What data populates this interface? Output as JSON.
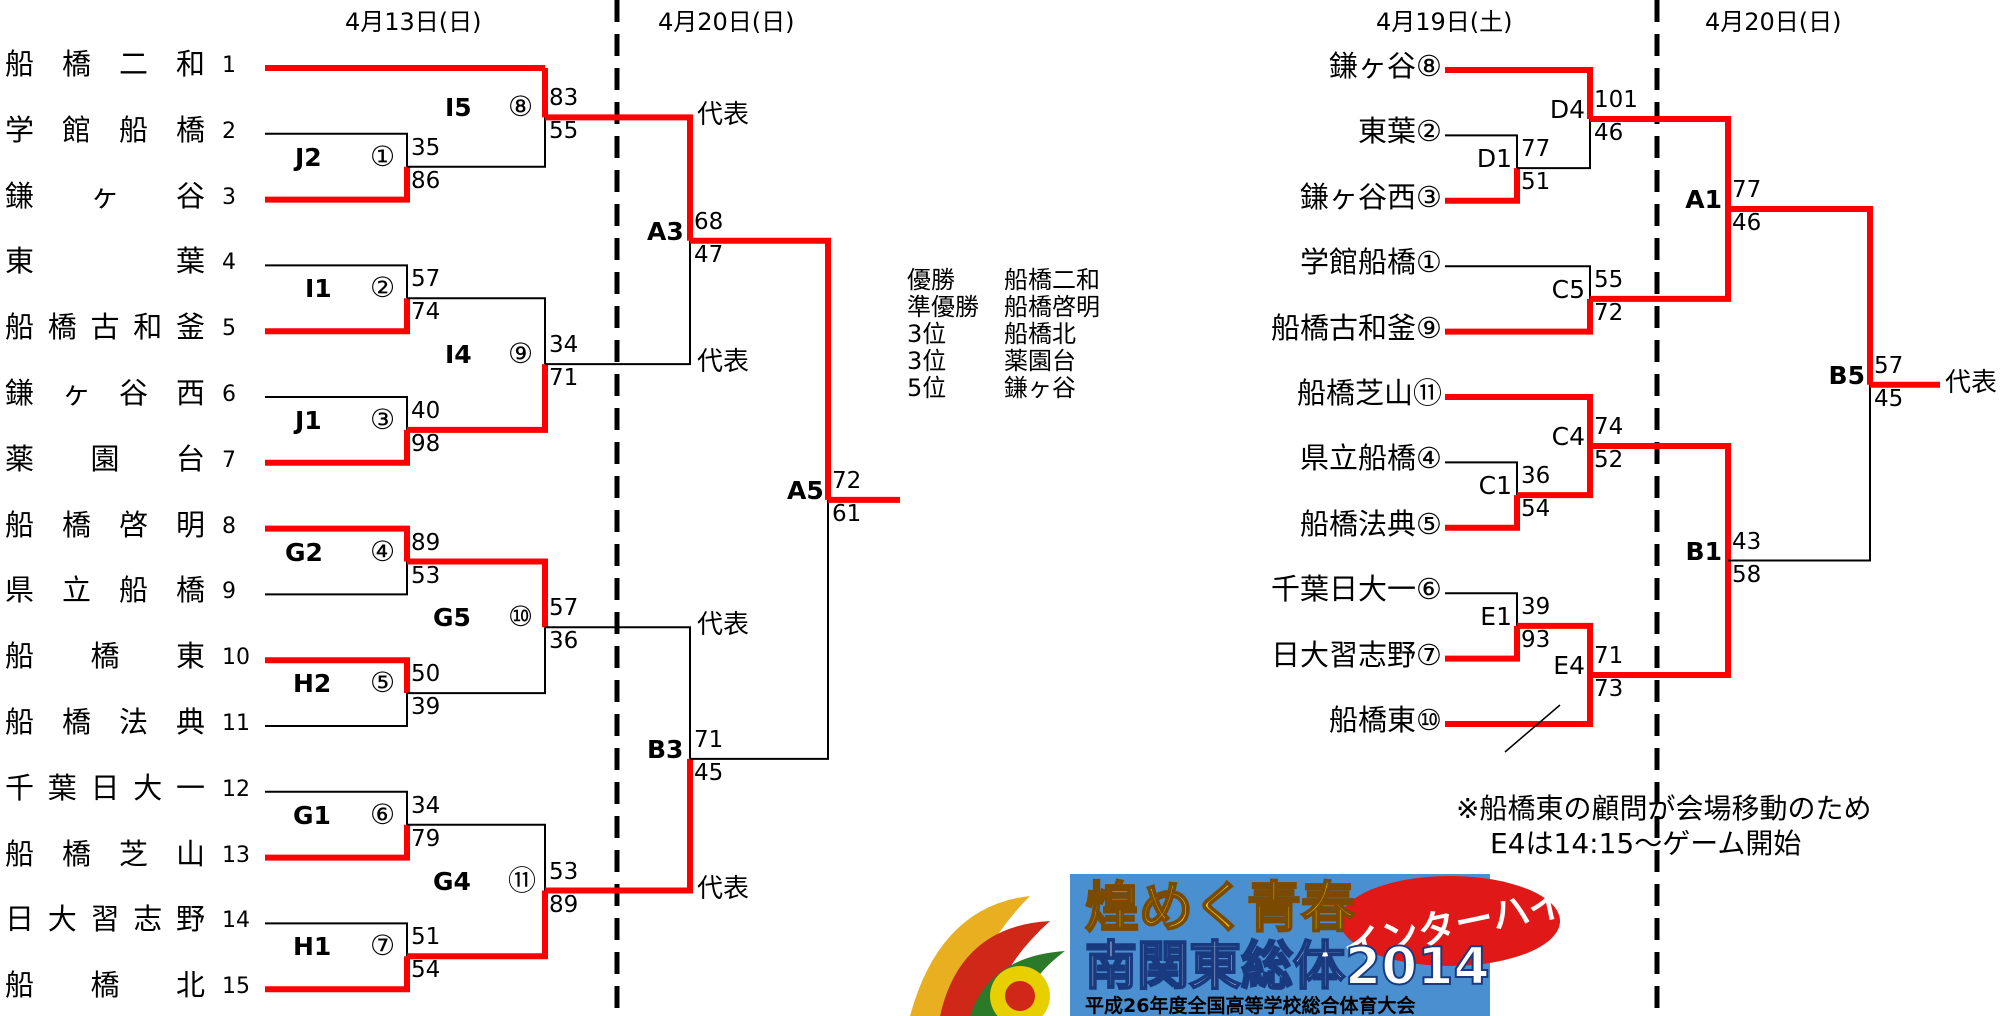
{
  "dates": [
    "4月13日(日)",
    "4月20日(日)",
    "4月19日(土)",
    "4月20日(日)"
  ],
  "left_teams": [
    {
      "name": "船橋二和",
      "seed": "1"
    },
    {
      "name": "学館船橋",
      "seed": "2"
    },
    {
      "name": "鎌ヶ谷",
      "seed": "3"
    },
    {
      "name": "東葉",
      "seed": "4"
    },
    {
      "name": "船橋古和釜",
      "seed": "5"
    },
    {
      "name": "鎌ヶ谷西",
      "seed": "6"
    },
    {
      "name": "薬園台",
      "seed": "7"
    },
    {
      "name": "船橋啓明",
      "seed": "8"
    },
    {
      "name": "県立船橋",
      "seed": "9"
    },
    {
      "name": "船橋東",
      "seed": "10"
    },
    {
      "name": "船橋法典",
      "seed": "11"
    },
    {
      "name": "千葉日大一",
      "seed": "12"
    },
    {
      "name": "船橋芝山",
      "seed": "13"
    },
    {
      "name": "日大習志野",
      "seed": "14"
    },
    {
      "name": "船橋北",
      "seed": "15"
    }
  ],
  "left_games": [
    {
      "code": "J2",
      "num": "①",
      "top": "35",
      "bottom": "86"
    },
    {
      "code": "I1",
      "num": "②",
      "top": "57",
      "bottom": "74"
    },
    {
      "code": "J1",
      "num": "③",
      "top": "40",
      "bottom": "98"
    },
    {
      "code": "G2",
      "num": "④",
      "top": "89",
      "bottom": "53"
    },
    {
      "code": "H2",
      "num": "⑤",
      "top": "50",
      "bottom": "39"
    },
    {
      "code": "G1",
      "num": "⑥",
      "top": "34",
      "bottom": "79"
    },
    {
      "code": "H1",
      "num": "⑦",
      "top": "51",
      "bottom": "54"
    },
    {
      "code": "I5",
      "num": "⑧",
      "top": "83",
      "bottom": "55"
    },
    {
      "code": "I4",
      "num": "⑨",
      "top": "34",
      "bottom": "71"
    },
    {
      "code": "G5",
      "num": "⑩",
      "top": "57",
      "bottom": "36"
    },
    {
      "code": "G4",
      "num": "⑪",
      "top": "53",
      "bottom": "89"
    },
    {
      "code": "A3",
      "top": "68",
      "bottom": "47"
    },
    {
      "code": "B3",
      "top": "71",
      "bottom": "45"
    },
    {
      "code": "A5",
      "top": "72",
      "bottom": "61"
    }
  ],
  "daihyo": "代表",
  "results": [
    {
      "place": "優勝",
      "team": "船橋二和"
    },
    {
      "place": "準優勝",
      "team": "船橋啓明"
    },
    {
      "place": "3位",
      "team": "船橋北"
    },
    {
      "place": "3位",
      "team": "薬園台"
    },
    {
      "place": "5位",
      "team": "鎌ヶ谷"
    }
  ],
  "right_teams": [
    {
      "name": "鎌ヶ谷⑧"
    },
    {
      "name": "東葉②"
    },
    {
      "name": "鎌ヶ谷西③"
    },
    {
      "name": "学館船橋①"
    },
    {
      "name": "船橋古和釜⑨"
    },
    {
      "name": "船橋芝山⑪"
    },
    {
      "name": "県立船橋④"
    },
    {
      "name": "船橋法典⑤"
    },
    {
      "name": "千葉日大一⑥"
    },
    {
      "name": "日大習志野⑦"
    },
    {
      "name": "船橋東⑩"
    }
  ],
  "right_games": [
    {
      "code": "D1",
      "top": "77",
      "bottom": "51"
    },
    {
      "code": "D4",
      "top": "101",
      "bottom": "46"
    },
    {
      "code": "C5",
      "top": "55",
      "bottom": "72"
    },
    {
      "code": "C1",
      "top": "36",
      "bottom": "54"
    },
    {
      "code": "C4",
      "top": "74",
      "bottom": "52"
    },
    {
      "code": "E1",
      "top": "39",
      "bottom": "93"
    },
    {
      "code": "E4",
      "top": "71",
      "bottom": "73"
    },
    {
      "code": "A1",
      "top": "77",
      "bottom": "46"
    },
    {
      "code": "B1",
      "top": "43",
      "bottom": "58"
    },
    {
      "code": "B5",
      "top": "57",
      "bottom": "45"
    }
  ],
  "note": [
    "※船橋東の顧問が会場移動のため",
    "E4は14:15～ゲーム開始"
  ],
  "banner": {
    "title_line1": "煌めく青春",
    "title_line2": "南関東総体2014",
    "badge": "インターハイ",
    "subtitle": "平成26年度全国高等学校総合体育大会"
  },
  "colors": {
    "winner_line": "#ff0000",
    "line": "#000000"
  }
}
